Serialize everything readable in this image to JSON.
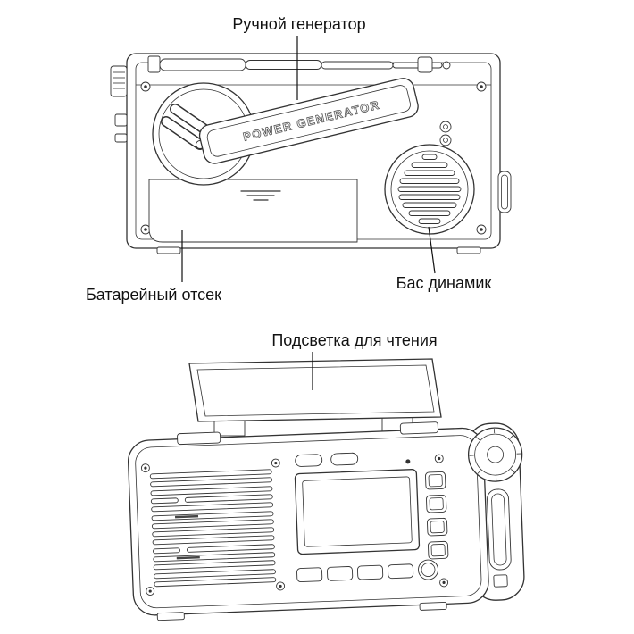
{
  "diagram": {
    "annotations": {
      "hand_generator": "Ручной генератор",
      "battery_compartment": "Батарейный отсек",
      "bass_speaker": "Бас динамик",
      "reading_light": "Подсветка для чтения"
    },
    "engraving": "POWER GENERATOR",
    "colors": {
      "line": "#333333",
      "label_text": "#111111",
      "background": "#ffffff"
    }
  }
}
